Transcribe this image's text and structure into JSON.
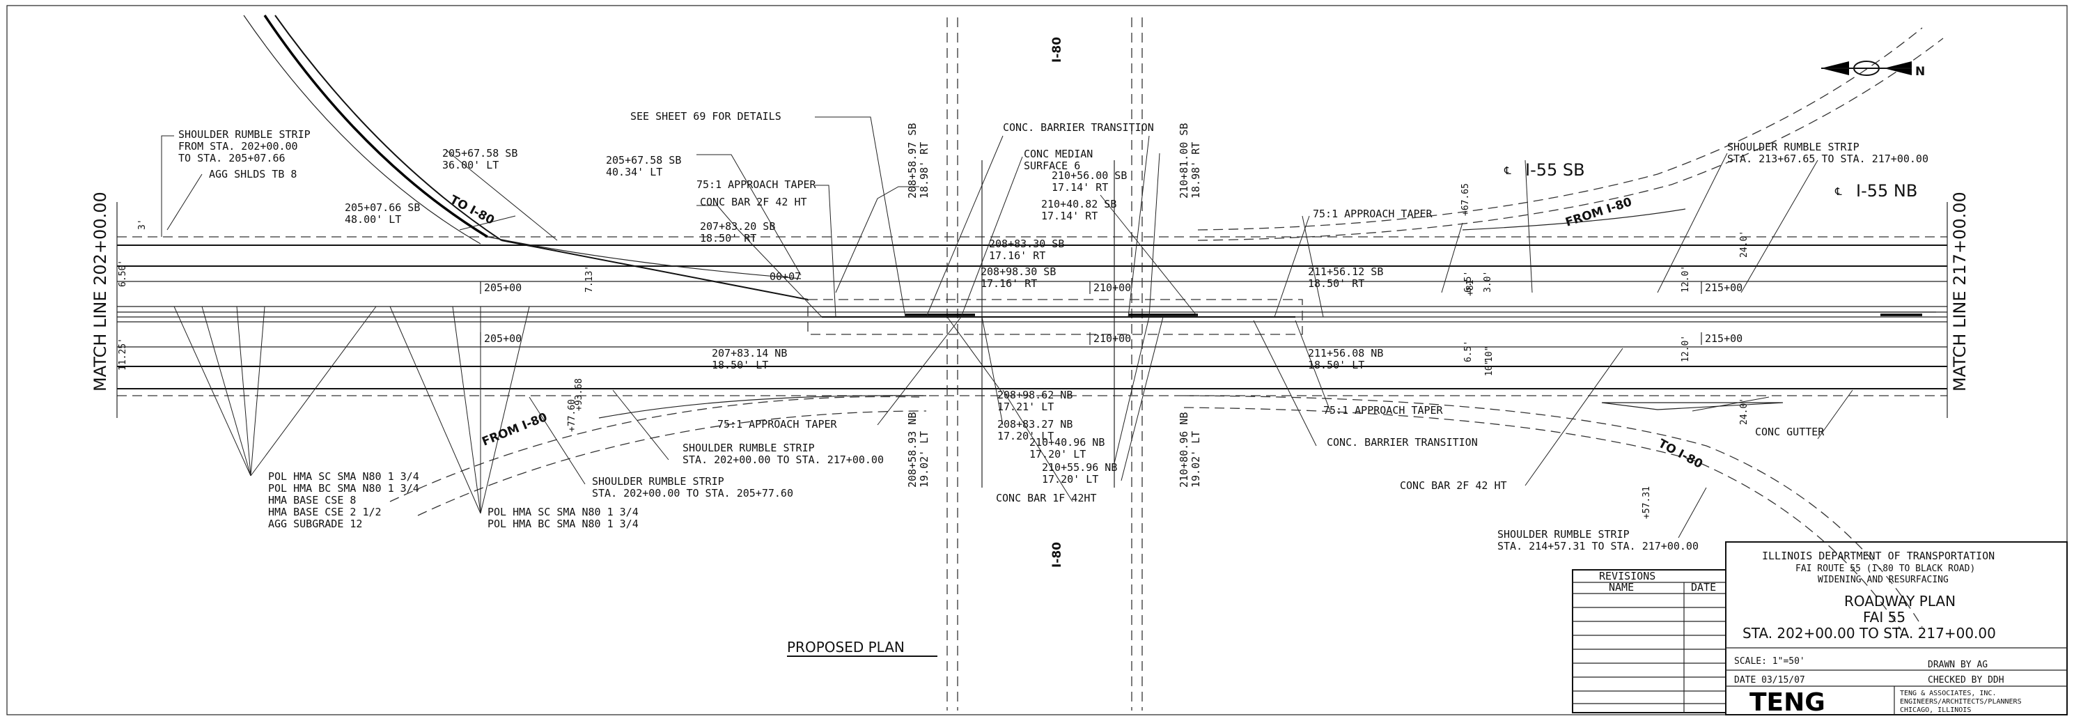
{
  "match_lines": {
    "left": "MATCH LINE 202+00.00",
    "right": "MATCH LINE 217+00.00"
  },
  "roads": {
    "i80_top": "I-80",
    "i80_bottom": "I-80",
    "i55_sb": "I-55 SB",
    "i55_nb": "I-55 NB",
    "to_i80_nw": "TO I-80",
    "from_i80_sw": "FROM I-80",
    "from_i80_ne": "FROM I-80",
    "to_i80_se": "TO I-80"
  },
  "stations": {
    "s205_sb": "205+00",
    "s205_nb": "205+00",
    "s210_sb": "210+00",
    "s210_nb": "210+00",
    "s215_sb": "215+00",
    "s215_nb": "215+00",
    "s00": "00+07"
  },
  "north_arrow": {
    "letter": "N"
  },
  "callouts": [
    {
      "id": "rumble-top-left",
      "lines": [
        "SHOULDER RUMBLE STRIP",
        "FROM STA. 202+00.00",
        "TO STA. 205+07.66"
      ]
    },
    {
      "id": "agg-shlds",
      "lines": [
        "AGG SHLDS TB 8"
      ]
    },
    {
      "id": "sta-205-67-58-a",
      "lines": [
        "205+67.58 SB",
        "36.00' LT"
      ]
    },
    {
      "id": "sta-205-67-58-b",
      "lines": [
        "205+67.58 SB",
        "40.34' LT"
      ]
    },
    {
      "id": "sta-205-07-66",
      "lines": [
        "205+07.66 SB",
        "48.00' LT"
      ]
    },
    {
      "id": "see-sheet",
      "lines": [
        "SEE SHEET 69 FOR DETAILS"
      ]
    },
    {
      "id": "approach-taper-1",
      "lines": [
        "75:1 APPROACH TAPER"
      ]
    },
    {
      "id": "conc-bar-2f",
      "lines": [
        "CONC BAR 2F 42 HT"
      ]
    },
    {
      "id": "sta-207-83-20",
      "lines": [
        "207+83.20 SB",
        "18.50' RT"
      ]
    },
    {
      "id": "conc-barrier-transition-top",
      "lines": [
        "CONC. BARRIER TRANSITION"
      ]
    },
    {
      "id": "conc-median",
      "lines": [
        "CONC MEDIAN",
        "SURFACE 6"
      ]
    },
    {
      "id": "sta-210-56-00",
      "lines": [
        "210+56.00 SB",
        "17.14' RT"
      ]
    },
    {
      "id": "sta-210-40-82",
      "lines": [
        "210+40.82 SB",
        "17.14' RT"
      ]
    },
    {
      "id": "sta-208-58-97",
      "lines": [
        "208+58.97 SB",
        "18.98' RT"
      ]
    },
    {
      "id": "sta-210-81-00",
      "lines": [
        "210+81.00 SB",
        "18.98' RT"
      ]
    },
    {
      "id": "sta-208-83-30",
      "lines": [
        "208+83.30 SB",
        "17.16' RT"
      ]
    },
    {
      "id": "sta-208-98-30",
      "lines": [
        "208+98.30 SB",
        "17.16' RT"
      ]
    },
    {
      "id": "approach-taper-2",
      "lines": [
        "75:1 APPROACH TAPER"
      ]
    },
    {
      "id": "sta-211-56-12",
      "lines": [
        "211+56.12 SB",
        "18.50' RT"
      ]
    },
    {
      "id": "rumble-top-right",
      "lines": [
        "SHOULDER RUMBLE STRIP",
        "STA. 213+67.65 TO STA. 217+00.00"
      ]
    },
    {
      "id": "sta-207-83-14",
      "lines": [
        "207+83.14 NB",
        "18.50' LT"
      ]
    },
    {
      "id": "sta-211-56-08",
      "lines": [
        "211+56.08 NB",
        "18.50' LT"
      ]
    },
    {
      "id": "sta-208-98-62",
      "lines": [
        "208+98.62 NB",
        "17.21' LT"
      ]
    },
    {
      "id": "approach-taper-3",
      "lines": [
        "75:1 APPROACH TAPER"
      ]
    },
    {
      "id": "sta-208-83-27",
      "lines": [
        "208+83.27 NB",
        "17.20' LT"
      ]
    },
    {
      "id": "sta-210-40-96",
      "lines": [
        "210+40.96 NB",
        "17.20' LT"
      ]
    },
    {
      "id": "sta-210-55-96",
      "lines": [
        "210+55.96 NB",
        "17.20' LT"
      ]
    },
    {
      "id": "sta-208-58-93",
      "lines": [
        "208+58.93 NB",
        "19.02' LT"
      ]
    },
    {
      "id": "sta-210-80-96",
      "lines": [
        "210+80.96 NB",
        "19.02' LT"
      ]
    },
    {
      "id": "approach-taper-4",
      "lines": [
        "75:1 APPROACH TAPER"
      ]
    },
    {
      "id": "conc-barrier-transition-bot",
      "lines": [
        "CONC. BARRIER TRANSITION"
      ]
    },
    {
      "id": "rumble-bot-mid",
      "lines": [
        "SHOULDER RUMBLE STRIP",
        "STA. 202+00.00 TO STA. 217+00.00"
      ]
    },
    {
      "id": "rumble-bot-left",
      "lines": [
        "SHOULDER RUMBLE STRIP",
        "STA. 202+00.00 TO STA. 205+77.60"
      ]
    },
    {
      "id": "conc-bar-1f",
      "lines": [
        "CONC BAR 1F 42HT"
      ]
    },
    {
      "id": "conc-bar-2f-b",
      "lines": [
        "CONC BAR 2F 42 HT"
      ]
    },
    {
      "id": "rumble-bot-right",
      "lines": [
        "SHOULDER RUMBLE STRIP",
        "STA. 214+57.31 TO STA. 217+00.00"
      ]
    },
    {
      "id": "conc-gutter",
      "lines": [
        "CONC GUTTER"
      ]
    },
    {
      "id": "pavement-1",
      "lines": [
        "POL HMA SC SMA N80 1 3/4",
        "POL HMA BC SMA N80 1 3/4",
        "HMA BASE CSE 8",
        "HMA BASE CSE 2 1/2",
        "AGG SUBGRADE 12"
      ]
    },
    {
      "id": "pavement-2",
      "lines": [
        "POL HMA SC SMA N80 1 3/4",
        "POL HMA BC SMA N80 1 3/4"
      ]
    }
  ],
  "dims": [
    "6.50'",
    "11.25'",
    "7.13'",
    "+93.68",
    "+77.60",
    "3'",
    "6.5'",
    "3.0'",
    "+81",
    "10\"",
    "12.0'",
    "6.5'",
    "10\"",
    "12.0'",
    "24.0'",
    "24.0'",
    "+67.65",
    "+57.31"
  ],
  "proposed_plan": "PROPOSED PLAN",
  "revisions": {
    "title": "REVISIONS",
    "name": "NAME",
    "date": "DATE"
  },
  "titleblock": {
    "dept": "ILLINOIS DEPARTMENT OF TRANSPORTATION",
    "route": "FAI ROUTE 55 (I-80 TO BLACK ROAD)",
    "work": "WIDENING AND RESURFACING",
    "plan": "ROADWAY PLAN",
    "fai": "FAI 55",
    "sta": "STA. 202+00.00 TO STA. 217+00.00",
    "scale": "SCALE: 1\"=50'",
    "date": "DATE  03/15/07",
    "drawn": "DRAWN BY   AG",
    "checked": "CHECKED BY  DDH",
    "logo": "TENG",
    "firm": [
      "TENG & ASSOCIATES, INC.",
      "ENGINEERS/ARCHITECTS/PLANNERS",
      "CHICAGO, ILLINOIS"
    ]
  }
}
